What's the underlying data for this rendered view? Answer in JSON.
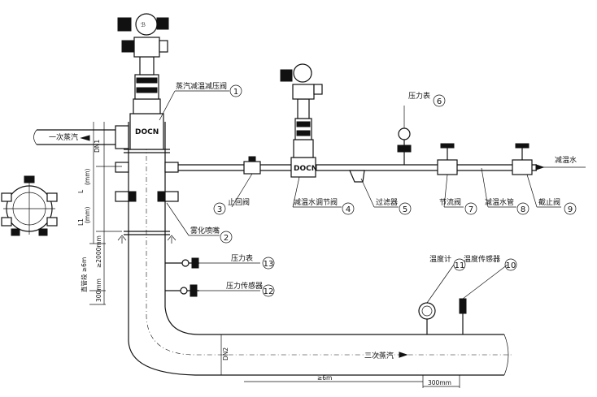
{
  "labels": {
    "primary_steam": "一次蒸汽",
    "secondary_steam": "二次蒸汽",
    "desuperheating_water": "减温水",
    "brand": "DOCN"
  },
  "callouts": [
    {
      "num": "1",
      "text": "蒸汽减温减压阀"
    },
    {
      "num": "2",
      "text": "雾化喷嘴"
    },
    {
      "num": "3",
      "text": "止回阀"
    },
    {
      "num": "4",
      "text": "减温水调节阀"
    },
    {
      "num": "5",
      "text": "过滤器"
    },
    {
      "num": "6",
      "text": "压力表"
    },
    {
      "num": "7",
      "text": "节流阀"
    },
    {
      "num": "8",
      "text": "减温水管"
    },
    {
      "num": "9",
      "text": "截止阀"
    },
    {
      "num": "10",
      "text": "温度传感器"
    },
    {
      "num": "11",
      "text": "温度计"
    },
    {
      "num": "12",
      "text": "压力传感器"
    },
    {
      "num": "13",
      "text": "压力表"
    }
  ],
  "dimensions": {
    "dn1": "DN1",
    "dn2": "DN2",
    "l": "L",
    "l_unit": "(mm)",
    "l1": "L1",
    "l1_unit": "(mm)",
    "mm2000": "≥2000mm",
    "straight": "直管段 ≥6m",
    "mm300_v": "300mm",
    "m6_h": "≥6m",
    "mm300_h": "300mm"
  }
}
